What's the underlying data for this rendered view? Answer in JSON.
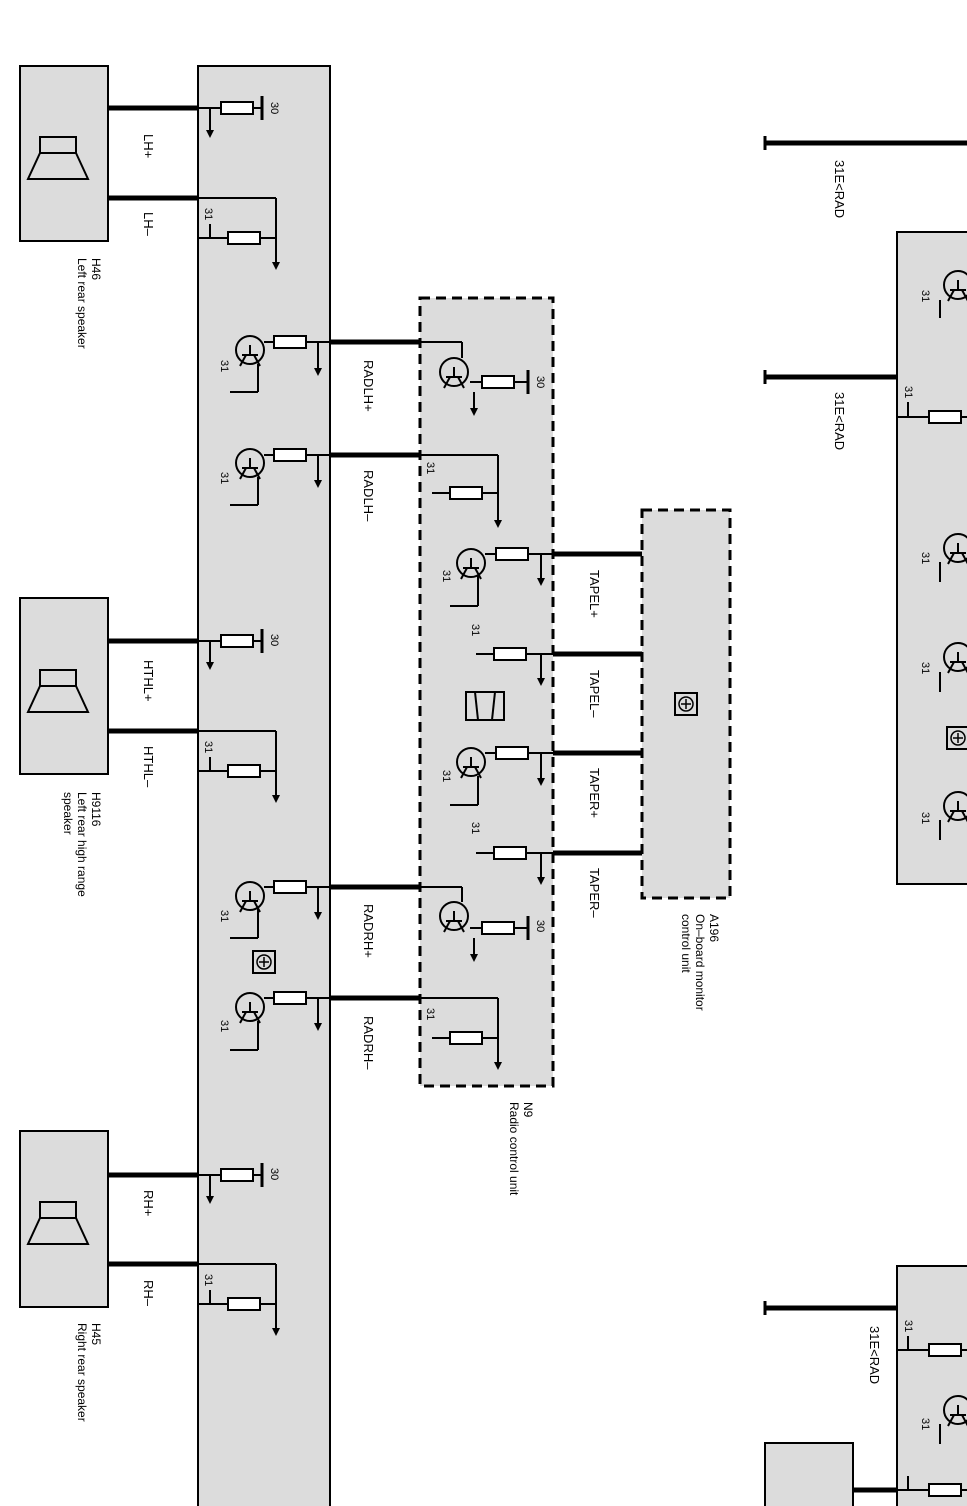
{
  "speakers": [
    {
      "id": "H46",
      "name": "Left rear speaker",
      "plus": "LH+",
      "minus": "LH–"
    },
    {
      "id": "H9116",
      "name": "Left rear high range",
      "name2": "speaker",
      "plus": "HTHL+",
      "minus": "HTHL–"
    },
    {
      "id": "H45",
      "name": "Right rear speaker",
      "plus": "RH+",
      "minus": "RH–"
    }
  ],
  "radio": {
    "id": "N9",
    "name": "Radio control unit"
  },
  "monitor": {
    "id": "A196",
    "name": "On–board monitor",
    "name2": "control unit"
  },
  "radio_lines": [
    "RADLH+",
    "RADLH–",
    "RADRH+",
    "RADRH–"
  ],
  "tape_lines": [
    "TAPEL+",
    "TAPEL–",
    "TAPER+",
    "TAPER–"
  ],
  "pins": {
    "supply": "30",
    "ground": "31"
  },
  "ground_refs": [
    "31E<RAD",
    "31E<RAD",
    "31E<RAD"
  ],
  "colors": {
    "module_fill": "#dcdcdc",
    "line": "#000000"
  }
}
